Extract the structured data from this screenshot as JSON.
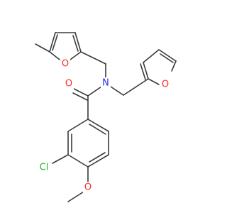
{
  "molecule": {
    "atoms": {
      "O_carbonyl": {
        "label": "O",
        "color": "#ff2a2a"
      },
      "N_amide": {
        "label": "N",
        "color": "#1f2fe0"
      },
      "O_furan_methyl": {
        "label": "O",
        "color": "#ff2a2a"
      },
      "O_furan": {
        "label": "O",
        "color": "#ff2a2a"
      },
      "Cl": {
        "label": "Cl",
        "color": "#1fb51f"
      },
      "O_methoxy": {
        "label": "O",
        "color": "#ff2a2a"
      }
    },
    "bond_color": "#3a3a3a"
  }
}
